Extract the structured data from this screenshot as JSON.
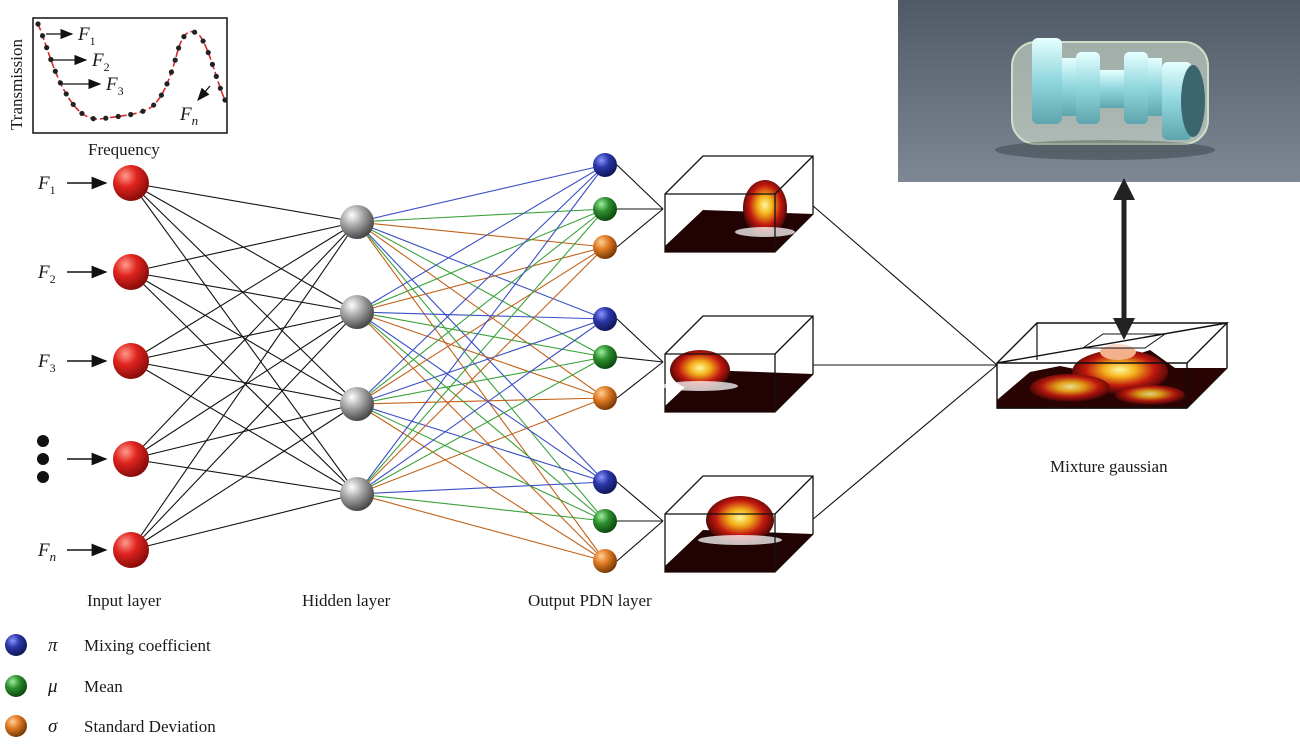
{
  "inset_plot": {
    "ylabel": "Transmission",
    "xlabel": "Frequency",
    "markers": [
      {
        "symbol": "F",
        "sub": "1"
      },
      {
        "symbol": "F",
        "sub": "2"
      },
      {
        "symbol": "F",
        "sub": "3"
      },
      {
        "symbol": "F",
        "sub": "n"
      }
    ]
  },
  "inputs": [
    {
      "symbol": "F",
      "sub": "1"
    },
    {
      "symbol": "F",
      "sub": "2"
    },
    {
      "symbol": "F",
      "sub": "3"
    },
    {
      "symbol": "",
      "sub": ""
    },
    {
      "symbol": "F",
      "sub": "n"
    }
  ],
  "layer_labels": {
    "input": "Input layer",
    "hidden": "Hidden layer",
    "output": "Output PDN layer"
  },
  "mixture_label": "Mixture gaussian",
  "legend": [
    {
      "symbol": "π",
      "text": "Mixing coefficient",
      "color": "#2b37a8"
    },
    {
      "symbol": "μ",
      "text": "Mean",
      "color": "#2f8f2f"
    },
    {
      "symbol": "σ",
      "text": "Standard Deviation",
      "color": "#e07a22"
    }
  ],
  "colors": {
    "input_node": "#d9201c",
    "hidden_node": "#9a9a9a",
    "pi": "#2b37a8",
    "mu": "#2f8f2f",
    "sigma": "#e07a22",
    "curve": "#d42a2a",
    "edge_blue": "#3a4fc4",
    "edge_green": "#3aa23a",
    "edge_orange": "#c0621a"
  }
}
